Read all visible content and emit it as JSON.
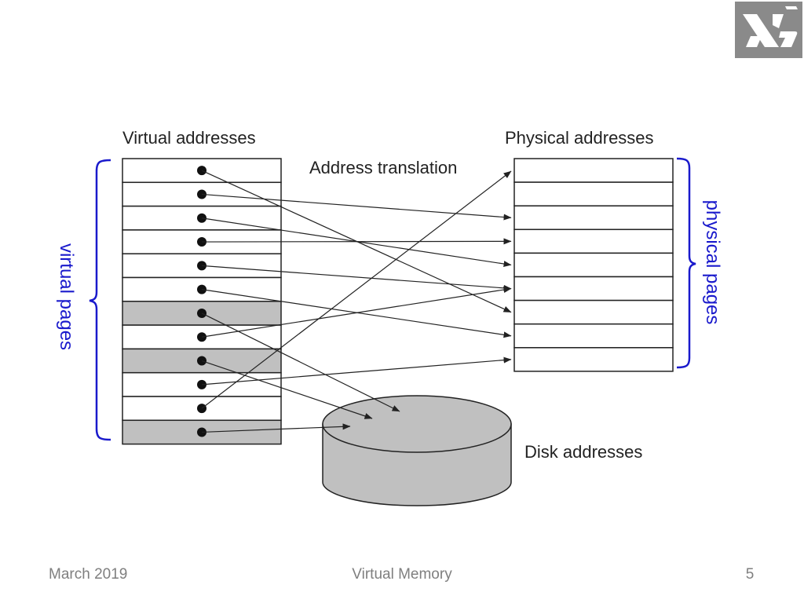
{
  "diagram": {
    "virtual_header": "Virtual addresses",
    "physical_header": "Physical addresses",
    "translation_label": "Address translation",
    "disk_label": "Disk addresses",
    "virtual_brace_label": "virtual pages",
    "physical_brace_label": "physical pages",
    "virtual_page_count": 12,
    "physical_page_count": 9,
    "shaded_virtual_pages": [
      7,
      9,
      12
    ],
    "mappings_to_physical": [
      {
        "virtual": 1,
        "physical": 7
      },
      {
        "virtual": 2,
        "physical": 3
      },
      {
        "virtual": 3,
        "physical": 5
      },
      {
        "virtual": 4,
        "physical": 4
      },
      {
        "virtual": 5,
        "physical": 6
      },
      {
        "virtual": 6,
        "physical": 8
      },
      {
        "virtual": 8,
        "physical": 6
      },
      {
        "virtual": 10,
        "physical": 9
      },
      {
        "virtual": 11,
        "physical": 1
      }
    ],
    "mappings_to_disk": [
      7,
      9,
      12
    ],
    "colors": {
      "line": "#222222",
      "shaded_page": "#c0c0c0",
      "disk": "#c0c0c0",
      "brace": "#1a1acc",
      "footer_text": "#7f7f7f",
      "logo_bg": "#8a8a8a"
    }
  },
  "footer": {
    "date": "March 2019",
    "title": "Virtual Memory",
    "page_number": "5"
  },
  "logo": {
    "icon": "hebrew-letters-logo"
  }
}
